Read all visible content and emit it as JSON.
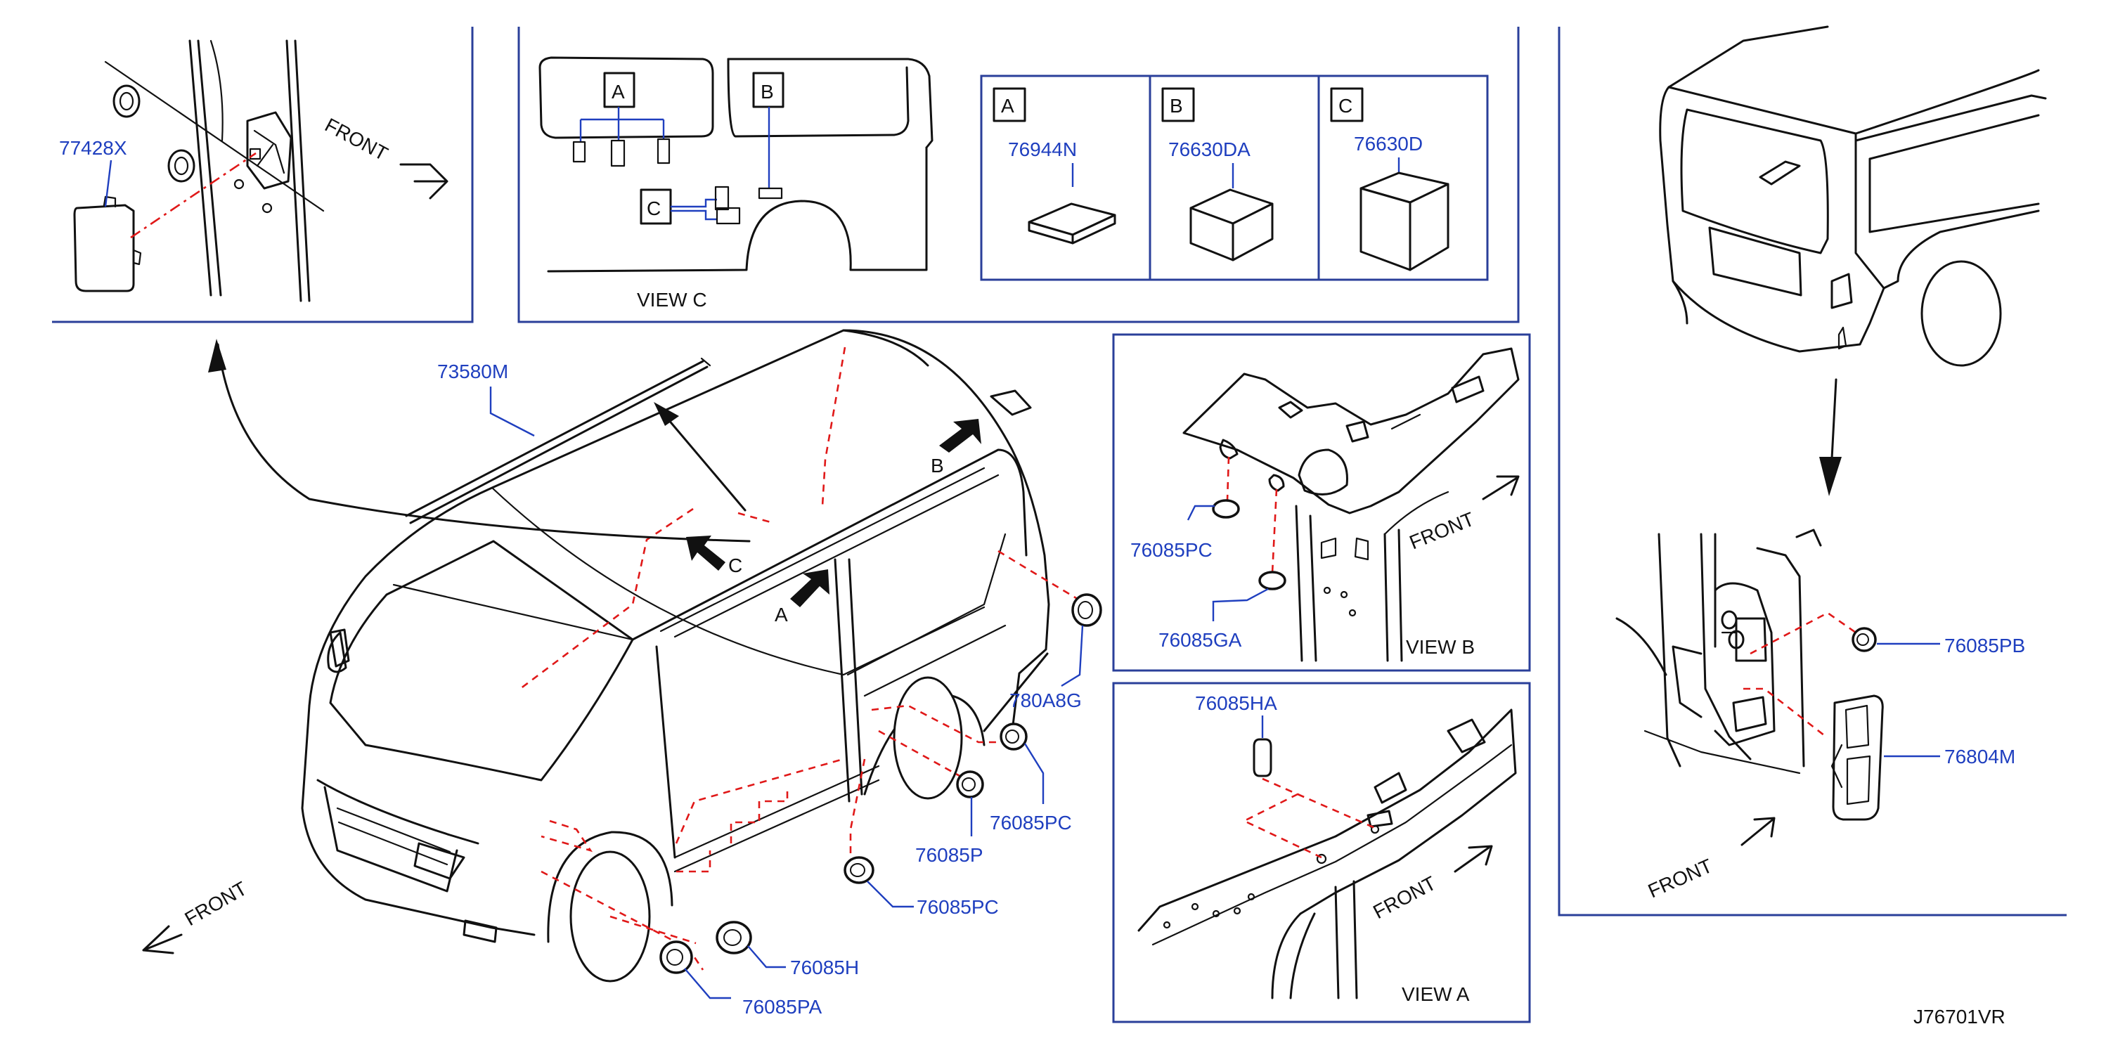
{
  "diagram_code": "J76701VR",
  "view_labels": {
    "view_a": "VIEW   A",
    "view_b": "VIEW   B",
    "view_c": "VIEW   C"
  },
  "direction_labels": {
    "front_top_left": "FRONT",
    "front_main": "FRONT",
    "front_view_b": "FRONT",
    "front_view_a": "FRONT",
    "front_rear_detail": "FRONT"
  },
  "callout_letters": {
    "a": "A",
    "b": "B",
    "c": "C"
  },
  "legend": [
    {
      "box": "A",
      "part": "76944N"
    },
    {
      "box": "B",
      "part": "76630DA"
    },
    {
      "box": "C",
      "part": "76630D"
    }
  ],
  "part_labels": {
    "top_left_cap": "77428X",
    "roof_molding": "73580M",
    "view_b_left": "76085PC",
    "view_b_bottom": "76085GA",
    "view_a_top": "76085HA",
    "rear_upper": "76085PB",
    "rear_lower": "76804M",
    "body_780a8g": "780A8G",
    "body_pc_upper": "76085PC",
    "body_p": "76085P",
    "body_pc_lower": "76085PC",
    "body_h": "76085H",
    "body_pa": "76085PA"
  }
}
